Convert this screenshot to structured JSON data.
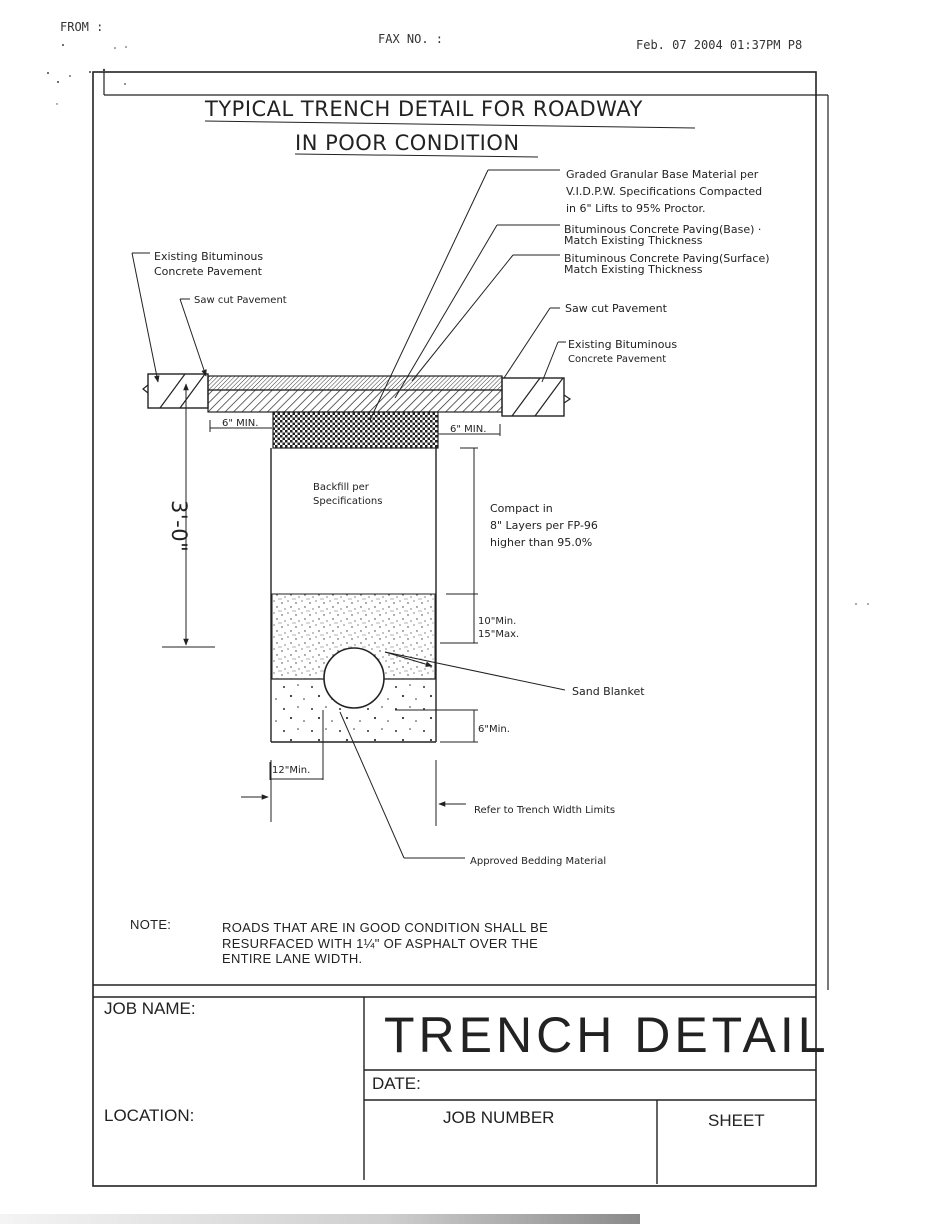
{
  "fax_header": {
    "from": "FROM :",
    "fax_no": "FAX NO. :",
    "date": "Feb. 07 2004 01:37PM  P8"
  },
  "drawing": {
    "title_line1": "TYPICAL TRENCH DETAIL FOR ROADWAY",
    "title_line2": "IN POOR CONDITION",
    "labels": {
      "granular_base": [
        "Graded Granular Base Material per",
        "V.I.D.P.W. Specifications Compacted",
        "in 6\" Lifts to 95% Proctor."
      ],
      "paving_base": [
        "Bituminous Concrete Paving(Base) ·",
        "Match Existing Thickness"
      ],
      "paving_surface": [
        "Bituminous Concrete Paving(Surface)",
        "Match Existing Thickness"
      ],
      "existing_left": [
        "Existing Bituminous",
        "Concrete Pavement"
      ],
      "saw_cut_left": "Saw cut Pavement",
      "saw_cut_right": "Saw cut Pavement",
      "existing_right": [
        "Existing Bituminous",
        "Concrete Pavement"
      ],
      "min_left": "6\" MIN.",
      "min_right": "6\" MIN.",
      "backfill": [
        "Backfill per",
        "Specifications"
      ],
      "compact": [
        "Compact in",
        "8\" Layers per FP-96",
        "higher than 95.0%"
      ],
      "depth": "3'-0\"",
      "sand_dims": [
        "10\"Min.",
        "15\"Max."
      ],
      "sand_blanket": "Sand Blanket",
      "bedding_min": "6\"Min.",
      "side_min": "12\"Min.",
      "trench_width": "Refer to Trench Width Limits",
      "bedding": "Approved Bedding Material"
    },
    "note_label": "NOTE:",
    "note_lines": [
      "ROADS THAT ARE IN GOOD CONDITION SHALL BE",
      "RESURFACED WITH 1¼\" OF ASPHALT OVER THE",
      "ENTIRE LANE WIDTH."
    ]
  },
  "title_block": {
    "job_name": "JOB NAME:",
    "location": "LOCATION:",
    "main_title": "TRENCH DETAIL",
    "date": "DATE:",
    "job_number": "JOB NUMBER",
    "sheet": "SHEET"
  }
}
